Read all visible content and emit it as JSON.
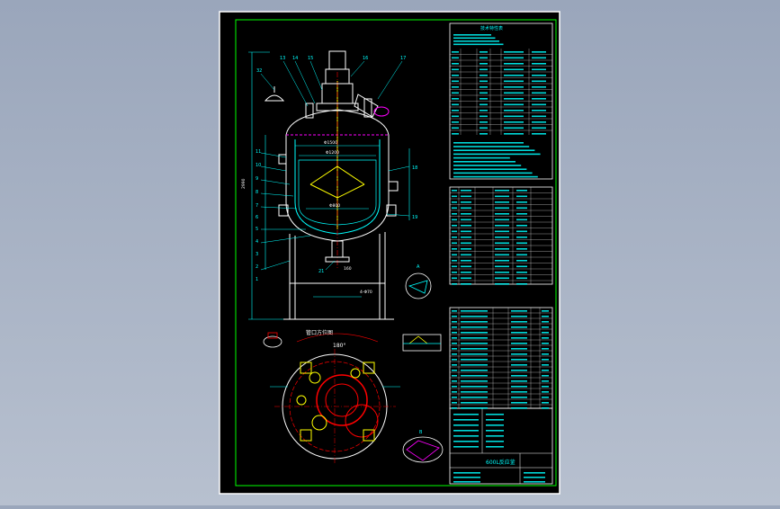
{
  "drawing": {
    "title_block": "600L反应釜",
    "tech_table_heading": "技术特性表",
    "nozzle_view_label": "管口方位图",
    "detail_label_a": "A",
    "detail_label_b": "B",
    "angle_label": "180°",
    "part_numbers": [
      "13",
      "14",
      "15",
      "16",
      "17",
      "32",
      "11",
      "10",
      "9",
      "8",
      "7",
      "6",
      "5",
      "4",
      "3",
      "2",
      "1",
      "18",
      "19",
      "21"
    ],
    "dimension_labels": [
      "Φ1500",
      "Φ1200",
      "Φ800",
      "2990",
      "160",
      "4-Φ70"
    ]
  },
  "colors": {
    "background": "#000000",
    "frame": "#ffffff",
    "border": "#00ff00",
    "geometry": "#ffffff",
    "annotation": "#00ffff",
    "center": "#ff0000",
    "highlight": "#ffff00",
    "accent": "#ff00ff"
  }
}
